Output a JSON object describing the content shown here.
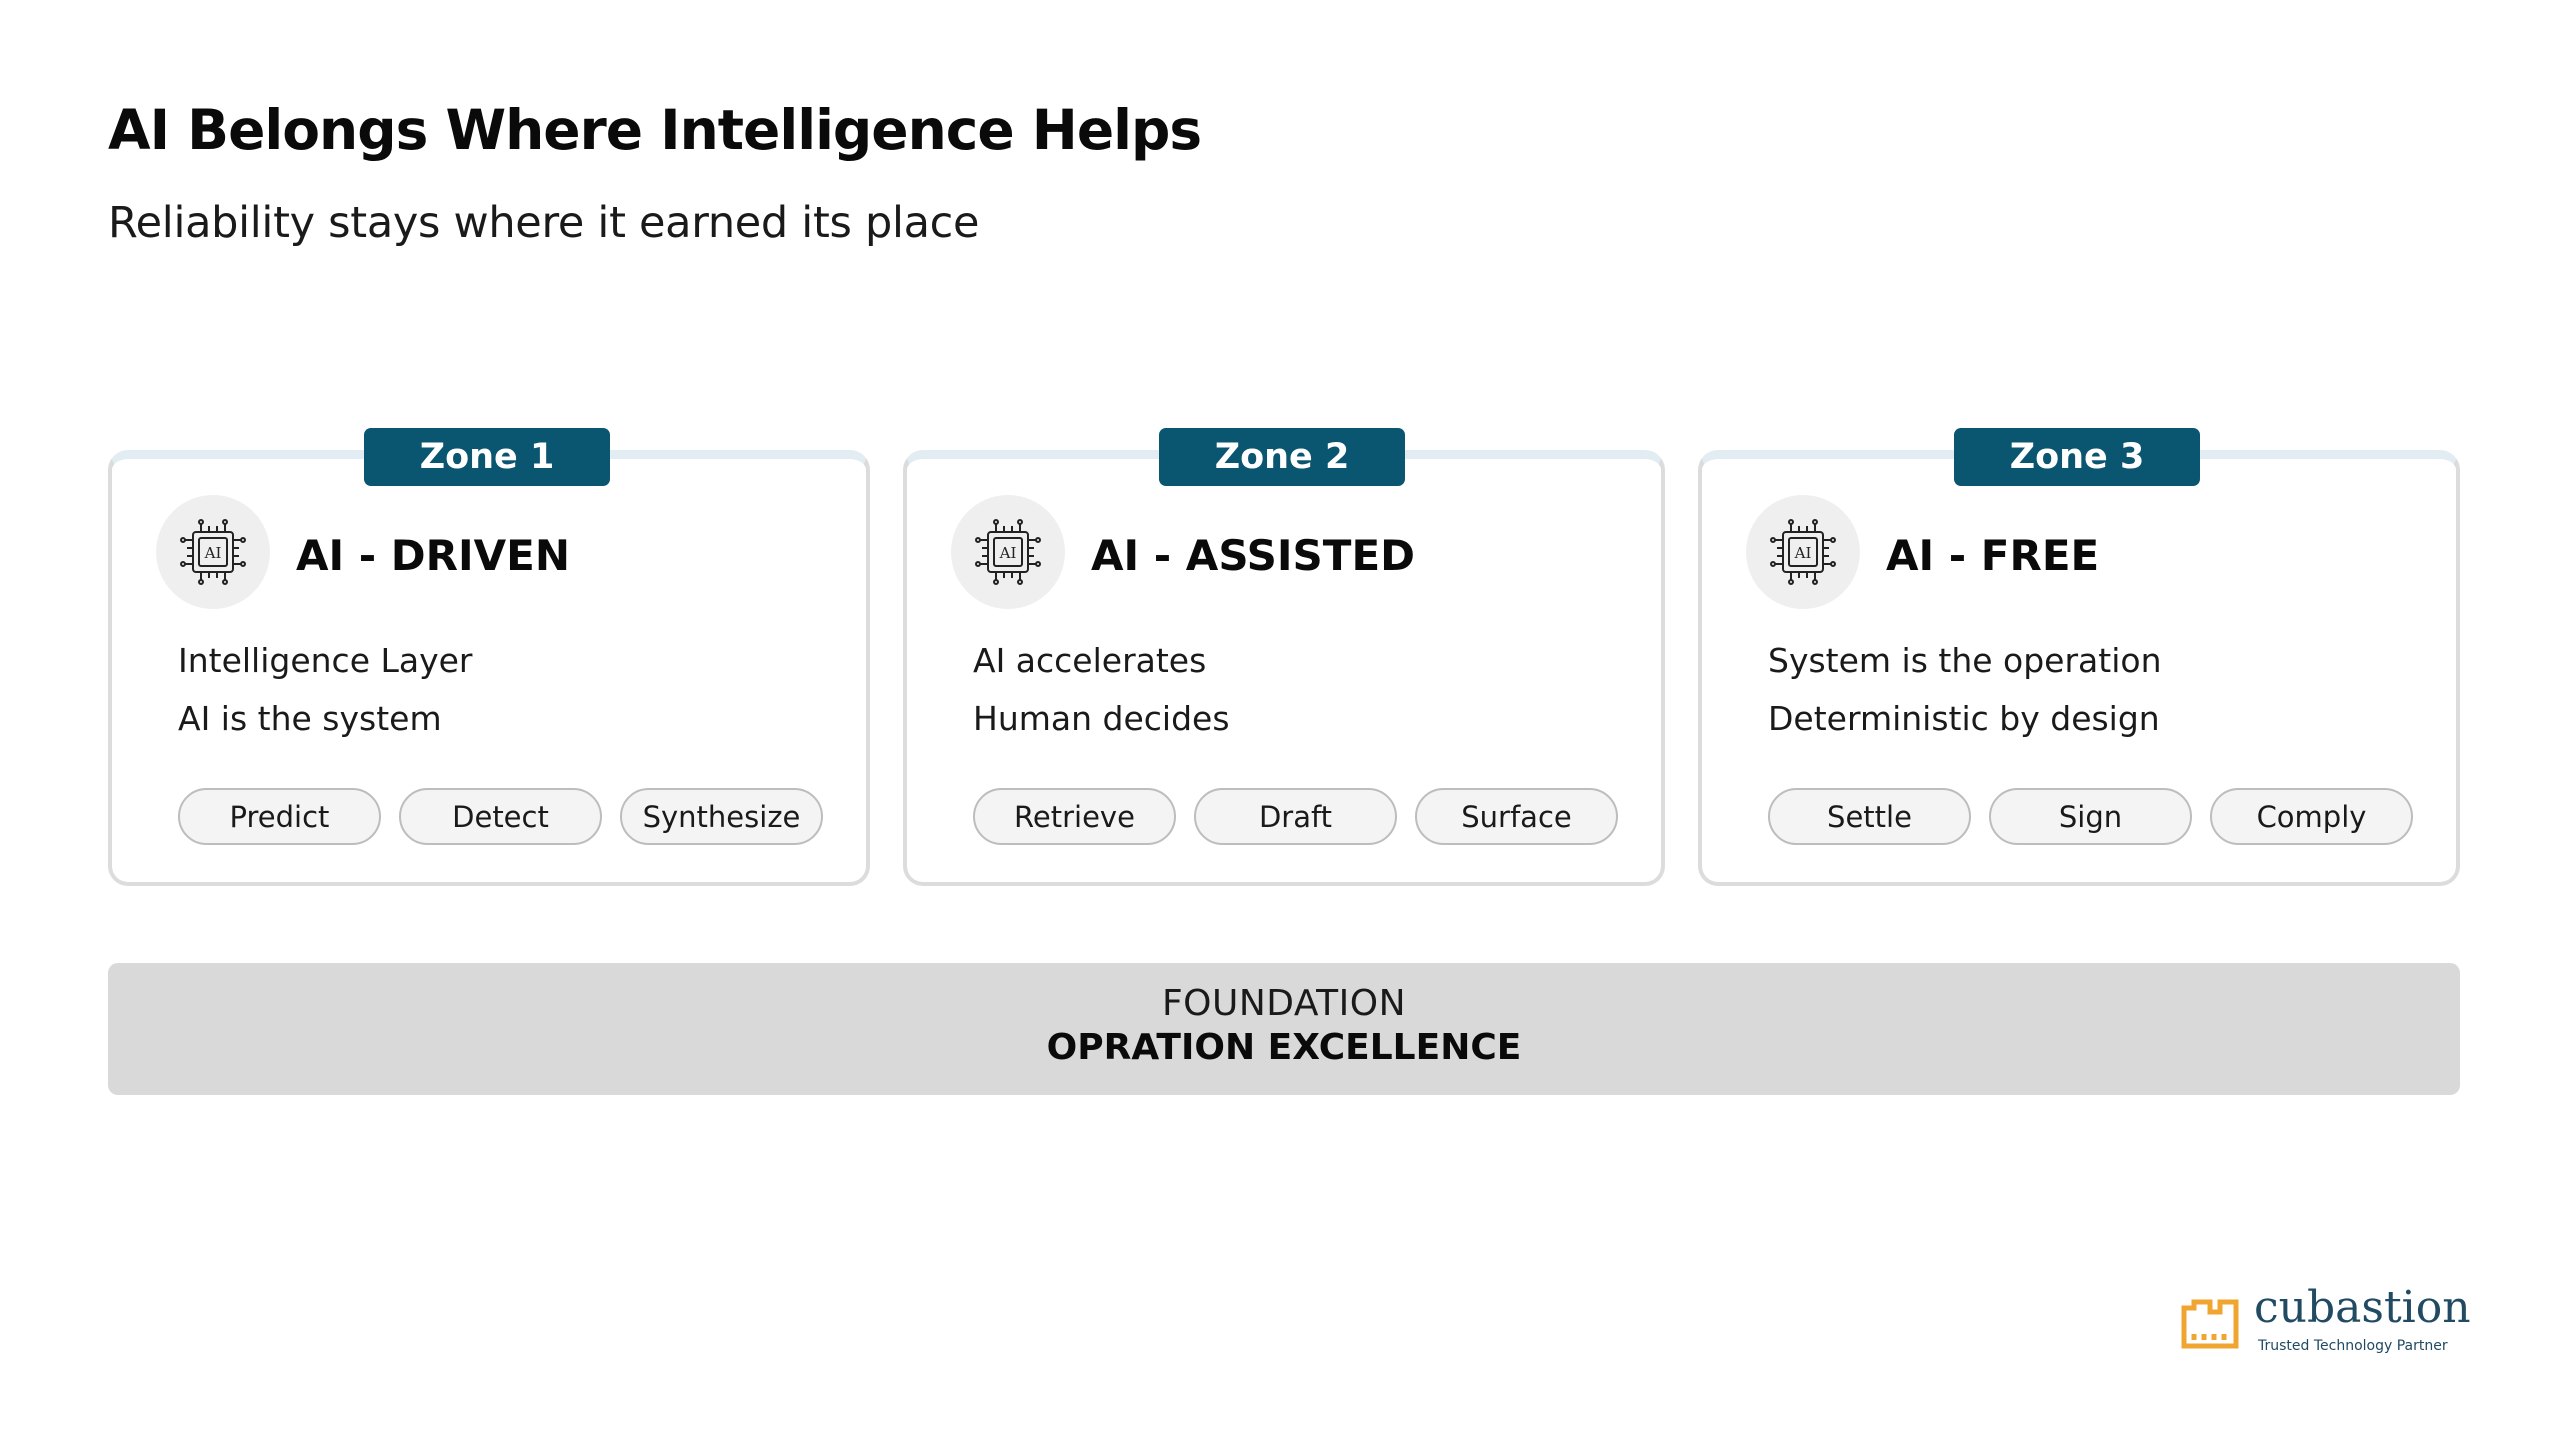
{
  "title": "AI Belongs Where Intelligence Helps",
  "subtitle": "Reliability stays where it earned its place",
  "zones": [
    {
      "tab": "Zone 1",
      "heading": "AI - DRIVEN",
      "icon": "ai-chip-icon",
      "lines": [
        "Intelligence Layer",
        "AI is the system"
      ],
      "pills": [
        "Predict",
        "Detect",
        "Synthesize"
      ]
    },
    {
      "tab": "Zone 2",
      "heading": "AI - ASSISTED",
      "icon": "ai-chip-icon",
      "lines": [
        "AI accelerates",
        "Human decides"
      ],
      "pills": [
        "Retrieve",
        "Draft",
        "Surface"
      ]
    },
    {
      "tab": "Zone 3",
      "heading": "AI - FREE",
      "icon": "ai-chip-icon",
      "lines": [
        "System is the operation",
        "Deterministic by design"
      ],
      "pills": [
        "Settle",
        "Sign",
        "Comply"
      ]
    }
  ],
  "chip_text": "AI",
  "foundation": {
    "label": "FOUNDATION",
    "value": "OPRATION EXCELLENCE"
  },
  "logo": {
    "name": "cubastion",
    "tagline": "Trusted Technology Partner"
  },
  "colors": {
    "tab_background": "#0a5570",
    "foundation_background": "#d9d9d9",
    "logo_icon": "#f0a530",
    "logo_text": "#214a63"
  }
}
